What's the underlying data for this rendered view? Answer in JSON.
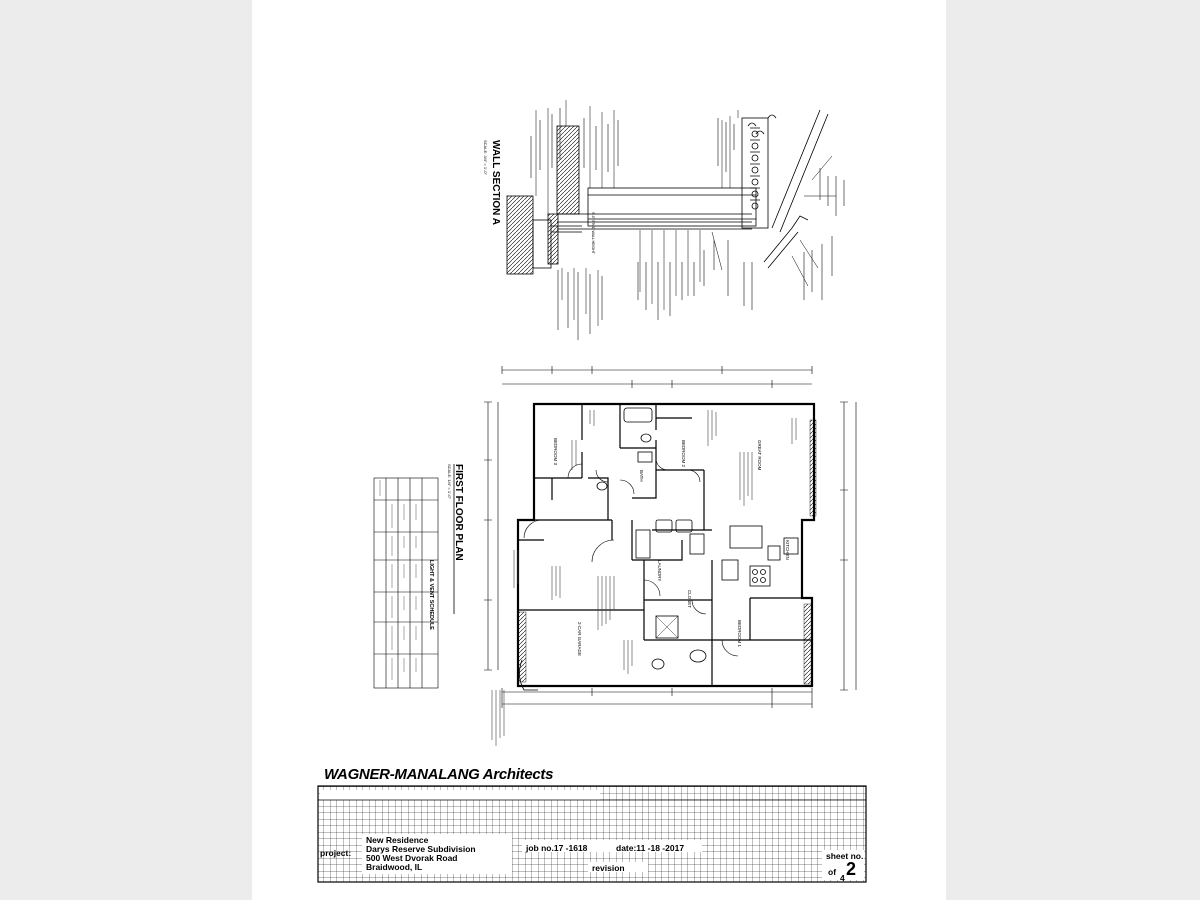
{
  "firm": {
    "name_1": "WAGNER-MANALANG",
    "name_2": "Architects"
  },
  "title_block": {
    "project_label": "project:",
    "project_lines": [
      "New Residence",
      "Darys Reserve Subdivision",
      "500 West Dvorak Road",
      "Braidwood, IL"
    ],
    "job_no": "job no.17 -1618",
    "date": "date:11 -18 -2017",
    "revision_label": "revision",
    "sheet_no_label": "sheet no.",
    "sheet_no": "2",
    "of_label": "of",
    "total_sheets": "4"
  },
  "drawings": {
    "wall_section_title": "WALL SECTION A",
    "first_floor_title": "FIRST FLOOR PLAN",
    "schedule_title": "LIGHT & VENT SCHEDULE",
    "room_labels": [
      "BEDROOM 3",
      "BEDROOM 2",
      "BATH",
      "GREAT ROOM",
      "KITCHEN",
      "LAUNDRY",
      "CLOSET",
      "2-CAR GARAGE",
      "BEDROOM 1"
    ]
  }
}
